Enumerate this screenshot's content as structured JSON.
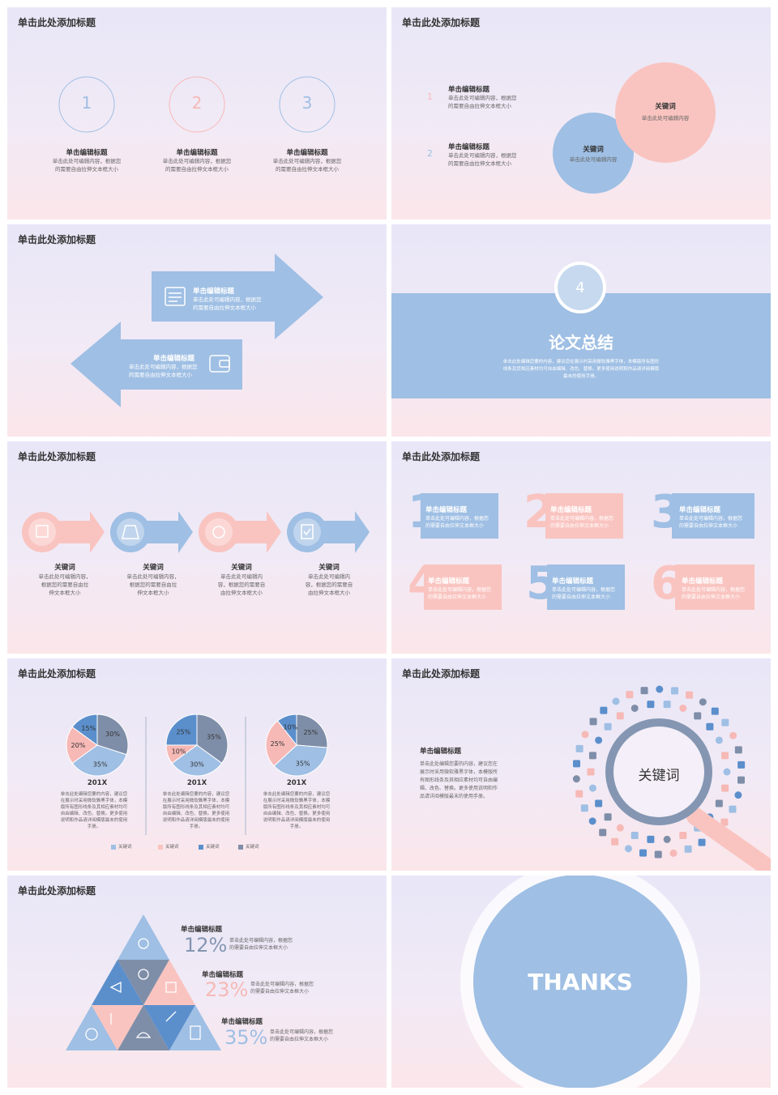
{
  "slide_title": "单击此处添加标题",
  "slide1": {
    "items": [
      {
        "num": "1",
        "head": "单击编辑标题",
        "body1": "单击此处可编辑内容，根据您",
        "body2": "的需要自由拉伸文本框大小"
      },
      {
        "num": "2",
        "head": "单击编辑标题",
        "body1": "单击此处可编辑内容，根据您",
        "body2": "的需要自由拉伸文本框大小"
      },
      {
        "num": "3",
        "head": "单击编辑标题",
        "body1": "单击此处可编辑内容，根据您",
        "body2": "的需要自由拉伸文本框大小"
      }
    ]
  },
  "slide2": {
    "items": [
      {
        "num": "1",
        "head": "单击编辑标题",
        "body1": "单击此处可编辑内容，根据您",
        "body2": "的需要自由拉伸文本框大小"
      },
      {
        "num": "2",
        "head": "单击编辑标题",
        "body1": "单击此处可编辑内容，根据您",
        "body2": "的需要自由拉伸文本框大小"
      }
    ],
    "circle_pink": {
      "title": "关键词",
      "body": "单击此处可编辑内容"
    },
    "circle_blue": {
      "title": "关键词",
      "body": "单击此处可编辑内容"
    }
  },
  "slide3": {
    "right_arrow": {
      "head": "单击编辑标题",
      "body1": "单击此处可编辑内容，根据您",
      "body2": "的需要自由拉伸文本框大小"
    },
    "left_arrow": {
      "head": "单击编辑标题",
      "body1": "单击此处可编辑内容，根据您",
      "body2": "的需要自由拉伸文本框大小"
    }
  },
  "slide4": {
    "num": "4",
    "title": "论文总结",
    "body1": "单击此处编辑您要的内容，建议您在展示时采用微软雅黑字体，本模版所有图形",
    "body2": "线条及其相应素材均可自由编辑、改色、替换。更多使用说明和作品请详阅模版",
    "body3": "最末的使用手册。"
  },
  "slide5": {
    "items": [
      {
        "head": "关键词",
        "body1": "单击此处可编辑内容，",
        "body2": "根据您的需要自由拉",
        "body3": "伸文本框大小"
      },
      {
        "head": "关键词",
        "body1": "单击此处可编辑内容，",
        "body2": "根据您的需要自由拉",
        "body3": "伸文本框大小"
      },
      {
        "head": "关键词",
        "body1": "单击此处可编辑内",
        "body2": "容，根据您的需要自",
        "body3": "由拉伸文本框大小"
      },
      {
        "head": "关键词",
        "body1": "单击此处可编辑内",
        "body2": "容，根据您的需要自",
        "body3": "由拉伸文本框大小"
      }
    ]
  },
  "slide6": {
    "items": [
      {
        "num": "1",
        "head": "单击编辑标题",
        "body1": "单击此处可编辑内容，根据您",
        "body2": "的需要自由拉伸文本框大小"
      },
      {
        "num": "2",
        "head": "单击编辑标题",
        "body1": "单击此处可编辑内容，根据您",
        "body2": "的需要自由拉伸文本框大小"
      },
      {
        "num": "3",
        "head": "单击编辑标题",
        "body1": "单击此处可编辑内容，根据您",
        "body2": "的需要自由拉伸文本框大小"
      },
      {
        "num": "4",
        "head": "单击编辑标题",
        "body1": "单击此处可编辑内容，根据您",
        "body2": "的需要自由拉伸文本框大小"
      },
      {
        "num": "5",
        "head": "单击编辑标题",
        "body1": "单击此处可编辑内容，根据您",
        "body2": "的需要自由拉伸文本框大小"
      },
      {
        "num": "6",
        "head": "单击编辑标题",
        "body1": "单击此处可编辑内容，根据您",
        "body2": "的需要自由拉伸文本框大小"
      }
    ]
  },
  "slide7": {
    "body_lines": [
      "单击此处编辑您要的内容，建议您",
      "在展示时采用微软雅黑字体，本模",
      "版所有图形线条及其相应素材均可",
      "自由编辑、改色、替换。更多使用",
      "说明和作品请详阅模版最末的使用",
      "手册。"
    ],
    "legend": [
      "关键词",
      "关键词",
      "关键词",
      "关键词"
    ]
  },
  "chart_data": [
    {
      "type": "pie",
      "title": "201X",
      "labels": [
        "30%",
        "35%",
        "20%",
        "15%"
      ],
      "values": [
        30,
        35,
        20,
        15
      ]
    },
    {
      "type": "pie",
      "title": "201X",
      "labels": [
        "35%",
        "30%",
        "10%",
        "25%"
      ],
      "values": [
        35,
        30,
        10,
        25
      ]
    },
    {
      "type": "pie",
      "title": "201X",
      "labels": [
        "25%",
        "35%",
        "25%",
        "10%"
      ],
      "values": [
        25,
        35,
        25,
        10
      ]
    }
  ],
  "slide8": {
    "head": "单击编辑标题",
    "body1": "单击此处编辑您要的内容，建议您在",
    "body2": "展示时采用微软雅黑字体，本模版所",
    "body3": "有图形线条及其相应素材均可自由编",
    "body4": "辑、改色、替换。更多使用说明和作",
    "body5": "品请详阅模版最末的使用手册。",
    "keyword": "关键词"
  },
  "slide9": {
    "items": [
      {
        "head": "单击编辑标题",
        "pct": "12%",
        "body1": "单击此处可编辑内容，根据您",
        "body2": "的需要自由拉伸文本框大小"
      },
      {
        "head": "单击编辑标题",
        "pct": "23%",
        "body1": "单击此处可编辑内容，根据您",
        "body2": "的需要自由拉伸文本框大小"
      },
      {
        "head": "单击编辑标题",
        "pct": "35%",
        "body1": "单击此处可编辑内容，根据您",
        "body2": "的需要自由拉伸文本框大小"
      }
    ]
  },
  "slide10": {
    "thanks": "THANKS"
  },
  "colors": {
    "blue": "#9fbfe4",
    "pink": "#f6b9b6",
    "slate": "#7f8ea8",
    "deep_blue": "#5b8fcc"
  }
}
